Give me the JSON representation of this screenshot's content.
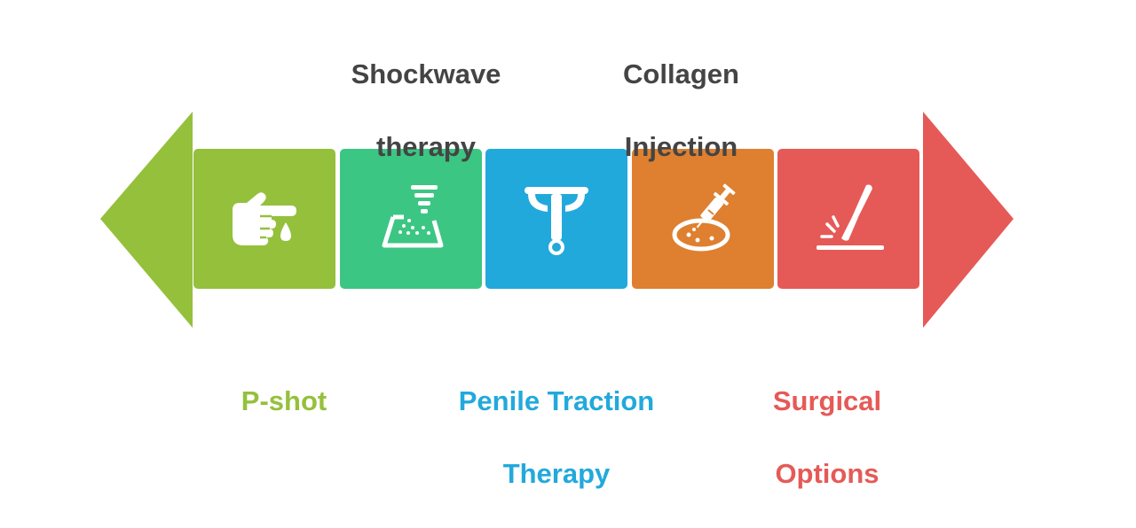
{
  "colors": {
    "green": "#95c03c",
    "teal": "#3cc683",
    "blue": "#22a9dc",
    "orange": "#de8030",
    "red": "#e55a57",
    "label_dark": "#444444",
    "icon": "#ffffff"
  },
  "steps": [
    {
      "label_lines": [
        "P-shot"
      ],
      "label_position": "bottom",
      "label_color": "#95c03c",
      "tile_color": "#95c03c",
      "icon": "hand-drop-icon"
    },
    {
      "label_lines": [
        "Shockwave",
        "therapy"
      ],
      "label_position": "top",
      "label_color": "#444444",
      "tile_color": "#3cc683",
      "icon": "shockwave-device-icon"
    },
    {
      "label_lines": [
        "Penile Traction",
        "Therapy"
      ],
      "label_position": "bottom",
      "label_color": "#22a9dc",
      "tile_color": "#22a9dc",
      "icon": "traction-device-icon"
    },
    {
      "label_lines": [
        "Collagen",
        "Injection"
      ],
      "label_position": "top",
      "label_color": "#444444",
      "tile_color": "#de8030",
      "icon": "syringe-dish-icon"
    },
    {
      "label_lines": [
        "Surgical",
        "Options"
      ],
      "label_position": "bottom",
      "label_color": "#e55a57",
      "tile_color": "#e55a57",
      "icon": "scalpel-icon"
    }
  ]
}
